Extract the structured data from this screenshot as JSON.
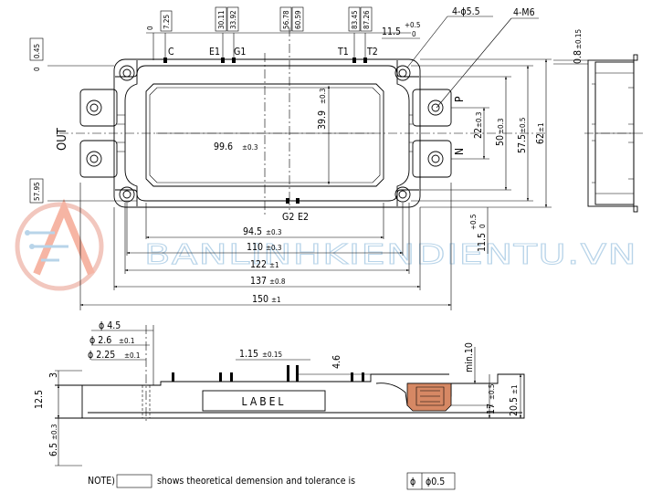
{
  "top_view": {
    "pin_dims": {
      "d0": "0",
      "d7_25": "7.25",
      "d30_11": "30.11",
      "d33_92": "33.92",
      "d56_78": "56.78",
      "d60_59": "60.59",
      "d83_45": "83.45",
      "d87_26": "87.26"
    },
    "pin_labels": {
      "c": "C",
      "e1": "E1",
      "g1": "G1",
      "t1": "T1",
      "t2": "T2",
      "g2": "G2",
      "e2": "E2",
      "p": "P",
      "n": "N",
      "out": "OUT"
    },
    "left_dims": {
      "top_zero": "0",
      "top_val": "0.45",
      "bottom_val": "57.95"
    },
    "holes": {
      "mount": "4-ϕ5.5",
      "thread": "4-M6"
    },
    "dims": {
      "top_offset": "11.5",
      "top_offset_tol_hi": "+0.5",
      "top_offset_tol_lo": "0",
      "right_offset": "11.5",
      "right_offset_tol_hi": "+0.5",
      "right_offset_tol_lo": "0",
      "inner_h": "39.9",
      "inner_h_tol": "±0.3",
      "inner_w": "99.6",
      "inner_w_tol": "±0.3",
      "v22": "22",
      "v22_tol": "±0.3",
      "v50": "50",
      "v50_tol": "±0.3",
      "v57_5": "57.5",
      "v57_5_tol": "±0.5",
      "v62": "62",
      "v62_tol": "±1",
      "h94_5": "94.5",
      "h94_5_tol": "±0.3",
      "h110": "110",
      "h110_tol": "±0.3",
      "h122": "122",
      "h122_tol": "±1",
      "h137": "137",
      "h137_tol": "±0.8",
      "h150": "150",
      "h150_tol": "±1"
    }
  },
  "side_view": {
    "dim": "0.8",
    "dim_tol": "±0.15"
  },
  "front_view": {
    "phi45": "ϕ 4.5",
    "phi26": "ϕ 2.6",
    "phi26_tol": "±0.1",
    "phi225": "ϕ 2.25",
    "phi225_tol": "±0.1",
    "pin_w": "1.15",
    "pin_w_tol": "±0.15",
    "d3": "3",
    "d12_5": "12.5",
    "d6_5": "6.5",
    "d6_5_tol": "±0.3",
    "d4_6": "4.6",
    "min10": "min.10",
    "d17": "17",
    "d17_tol": "±0.5",
    "d20_5": "20.5",
    "d20_5_tol": "±1",
    "label": "LABEL"
  },
  "note": {
    "prefix": "NOTE)",
    "text": "shows theoretical demension and tolerance is",
    "tolerance_symbol": "ϕ",
    "tolerance": "ϕ0.5"
  },
  "watermark": "BANLINHKIENDIENTU.VN"
}
